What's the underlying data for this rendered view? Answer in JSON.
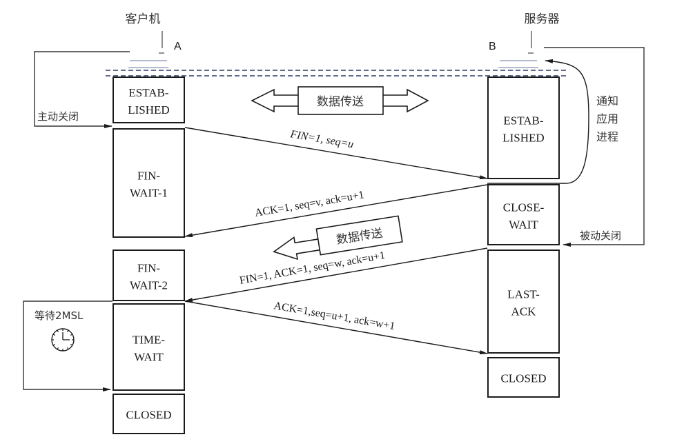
{
  "hosts": {
    "client": {
      "name": "客户机",
      "id": "A"
    },
    "server": {
      "name": "服务器",
      "id": "B"
    }
  },
  "client_states": [
    {
      "line1": "ESTAB-",
      "line2": "LISHED"
    },
    {
      "line1": "FIN-",
      "line2": "WAIT-1"
    },
    {
      "line1": "FIN-",
      "line2": "WAIT-2"
    },
    {
      "line1": "TIME-",
      "line2": "WAIT"
    },
    {
      "line1": "CLOSED",
      "line2": ""
    }
  ],
  "server_states": [
    {
      "line1": "ESTAB-",
      "line2": "LISHED"
    },
    {
      "line1": "CLOSE-",
      "line2": "WAIT"
    },
    {
      "line1": "LAST-",
      "line2": "ACK"
    },
    {
      "line1": "CLOSED",
      "line2": ""
    }
  ],
  "messages": [
    {
      "label": "FIN=1, seq=u",
      "direction": "A→B"
    },
    {
      "label": "ACK=1, seq=v, ack=u+1",
      "direction": "B→A"
    },
    {
      "label": "FIN=1, ACK=1, seq=w, ack=u+1",
      "direction": "B→A"
    },
    {
      "label": "ACK=1,seq=u+1, ack=w+1",
      "direction": "A→B"
    }
  ],
  "annotations": {
    "active_close": "主动关闭",
    "passive_close": "被动关闭",
    "notify_app": [
      "通知",
      "应用",
      "进程"
    ],
    "wait_2msl": "等待2MSL",
    "data_transfer_both": "数据传送",
    "data_transfer_one_way": "数据传送"
  }
}
